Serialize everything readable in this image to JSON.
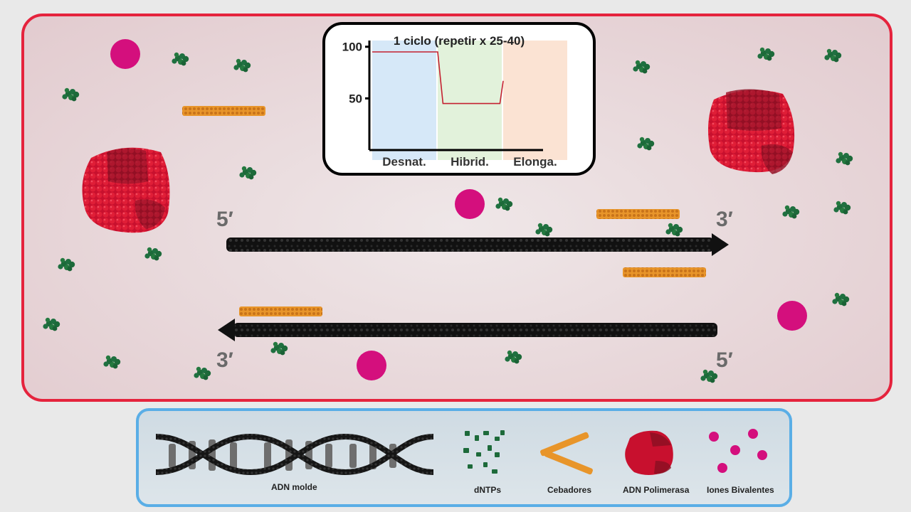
{
  "reaction_panel": {
    "strand_top": {
      "left_label": "5′",
      "right_label": "3′"
    },
    "strand_bottom": {
      "left_label": "3′",
      "right_label": "5′"
    }
  },
  "chart_data": {
    "type": "line",
    "title": "1 ciclo (repetir x 25-40)",
    "categories": [
      "Desnat.",
      "Hibrid.",
      "Elonga."
    ],
    "yticks": [
      100,
      50
    ],
    "ylim": [
      0,
      106
    ],
    "phase_colors": [
      "#d6e8f8",
      "#e2f2db",
      "#fbe3d3"
    ],
    "series": [
      {
        "color": "#c42030",
        "points": [
          [
            0.0,
            95
          ],
          [
            1.0,
            95
          ],
          [
            1.08,
            45
          ],
          [
            1.95,
            45
          ],
          [
            2.0,
            67
          ]
        ]
      }
    ],
    "grid": false
  },
  "legend": {
    "items": [
      {
        "label": "ADN molde",
        "icon": "dna-helix-icon"
      },
      {
        "label": "dNTPs",
        "icon": "dntp-icon"
      },
      {
        "label": "Cebadores",
        "icon": "primer-icon"
      },
      {
        "label": "ADN Polimerasa",
        "icon": "polymerase-icon"
      },
      {
        "label": "Iones Bivalentes",
        "icon": "ion-icon"
      }
    ]
  },
  "colors": {
    "border_red": "#e5233d",
    "border_blue": "#5aaee6",
    "dntp_green": "#1d6a3a",
    "primer_orange": "#e8952a",
    "polymerase_red": "#c8102e",
    "ion_magenta": "#d40f7d",
    "strand_black": "#111111"
  }
}
